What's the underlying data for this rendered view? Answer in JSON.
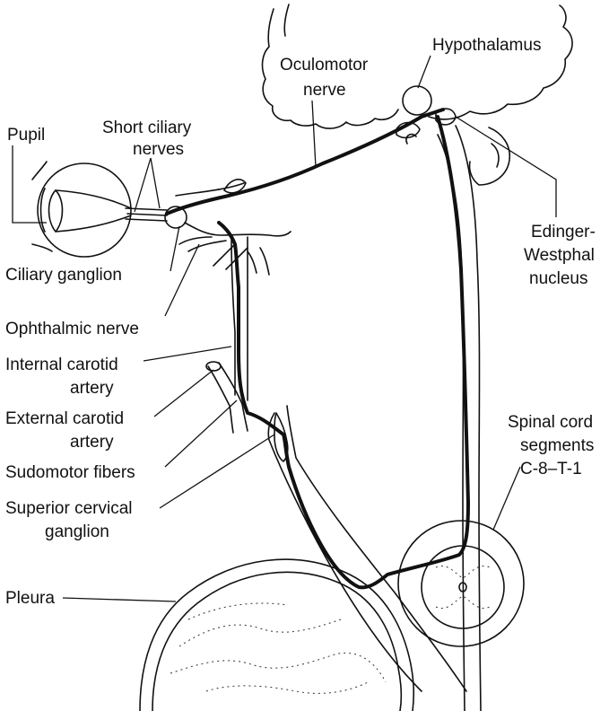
{
  "labels": {
    "pupil": "Pupil",
    "short_ciliary_1": "Short ciliary",
    "short_ciliary_2": "nerves",
    "oculomotor_1": "Oculomotor",
    "oculomotor_2": "nerve",
    "hypothalamus": "Hypothalamus",
    "edinger_1": "Edinger-",
    "edinger_2": "Westphal",
    "edinger_3": "nucleus",
    "ciliary_ganglion": "Ciliary ganglion",
    "ophthalmic_nerve": "Ophthalmic nerve",
    "internal_carotid_1": "Internal carotid",
    "internal_carotid_2": "artery",
    "external_carotid_1": "External carotid",
    "external_carotid_2": "artery",
    "sudomotor": "Sudomotor fibers",
    "superior_cervical_1": "Superior cervical",
    "superior_cervical_2": "ganglion",
    "spinal_cord_1": "Spinal cord",
    "spinal_cord_2": "segments",
    "spinal_cord_3": "C-8–T-1",
    "pleura": "Pleura"
  }
}
